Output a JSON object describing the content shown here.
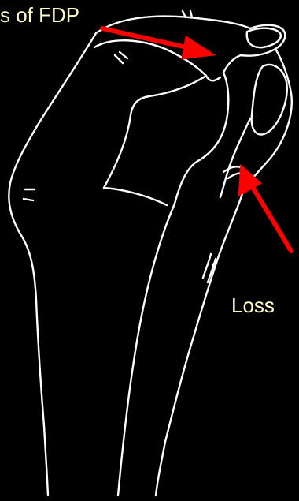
{
  "labels": {
    "top": "s of FDP",
    "right": "Loss"
  },
  "colors": {
    "background": "#000000",
    "line": "#ffffff",
    "arrow": "#ff0000",
    "label": "#ffffcc"
  },
  "icons": {
    "illustration": "hand-pinch-drawing",
    "pointer": "red-arrow"
  }
}
